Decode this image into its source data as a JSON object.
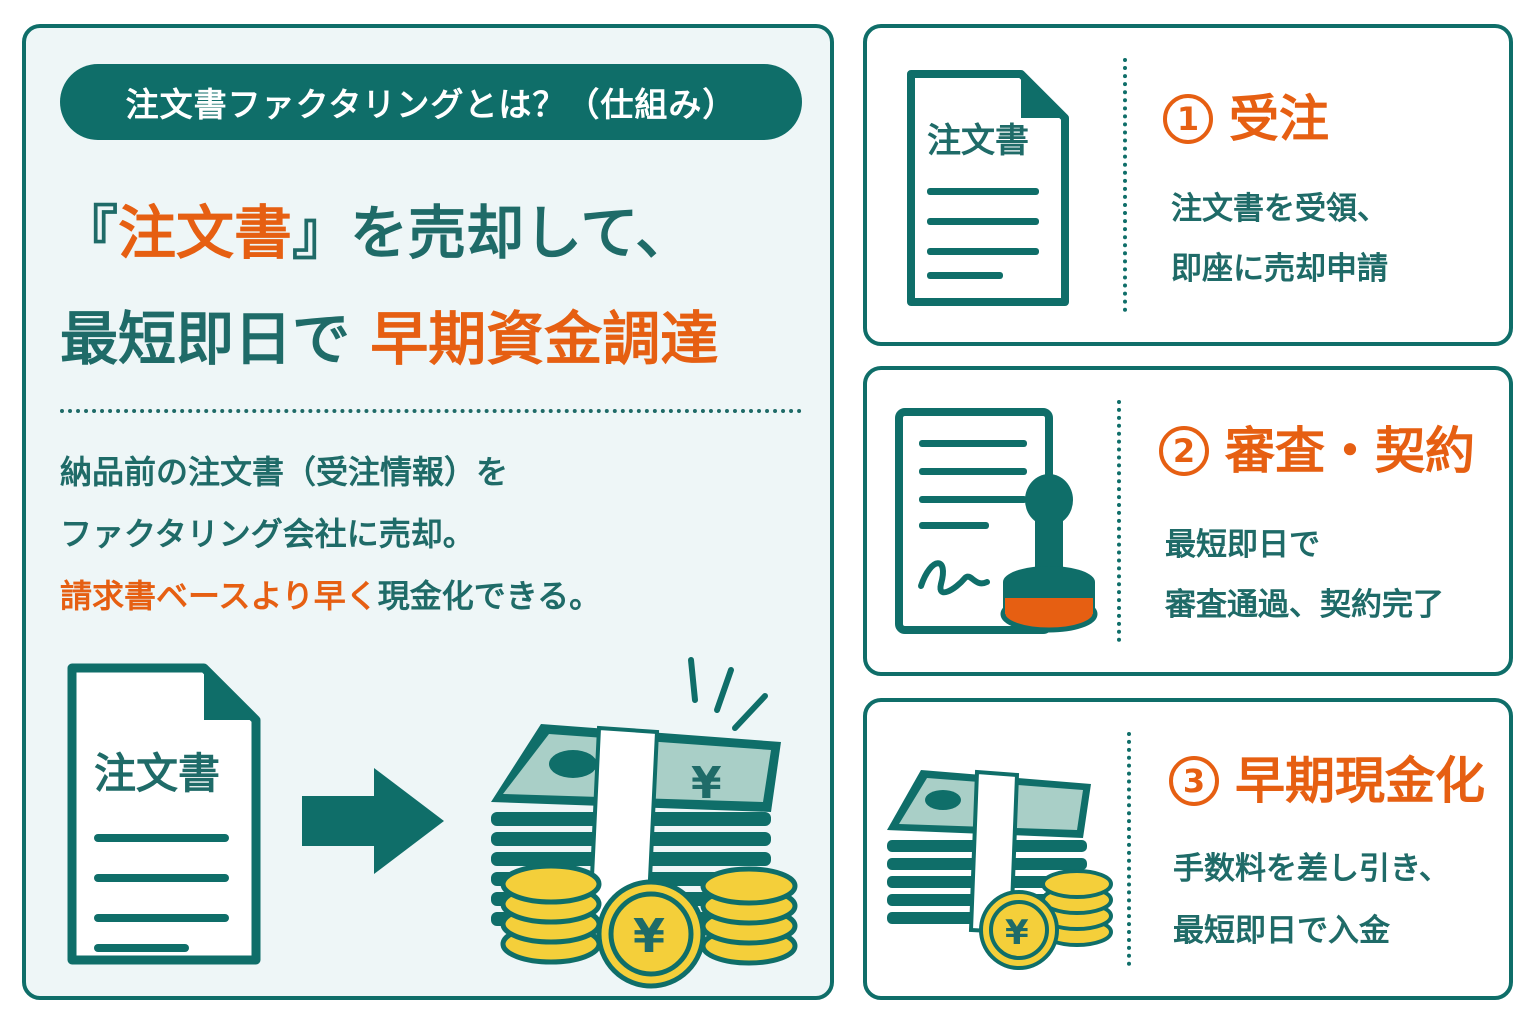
{
  "header": {
    "label": "注文書ファクタリングとは？（仕組み）"
  },
  "headline": {
    "line1_open": "『",
    "line1_accent": "注文書",
    "line1_rest": "』を売却して、",
    "line2_lead": "最短即日で",
    "line2_accent": "早期資金調達"
  },
  "body": {
    "line1": "納品前の注文書（受注情報）を",
    "line2": "ファクタリング会社に売却。",
    "line3_accent": "請求書ベースより早く",
    "line3_rest": "現金化できる。"
  },
  "illustration": {
    "document_label": "注文書",
    "yen_symbol": "¥"
  },
  "steps": [
    {
      "number": "1",
      "title": "受注",
      "desc_line1": "注文書を受領、",
      "desc_line2": "即座に売却申請",
      "icon": "document-icon",
      "icon_label": "注文書"
    },
    {
      "number": "2",
      "title": "審査・契約",
      "desc_line1": "最短即日で",
      "desc_line2": "審査通過、契約完了",
      "icon": "stamped-contract-icon"
    },
    {
      "number": "3",
      "title": "早期現金化",
      "desc_line1": "手数料を差し引き、",
      "desc_line2": "最短即日で入金",
      "icon": "money-stack-icon",
      "icon_label": "¥"
    }
  ],
  "colors": {
    "teal": "#0f6e69",
    "text_teal": "#1f6b68",
    "orange": "#e65f12",
    "panel_bg": "#eef6f7",
    "coin_yellow": "#f4cf3a",
    "bill_green": "#a9cfc7"
  }
}
